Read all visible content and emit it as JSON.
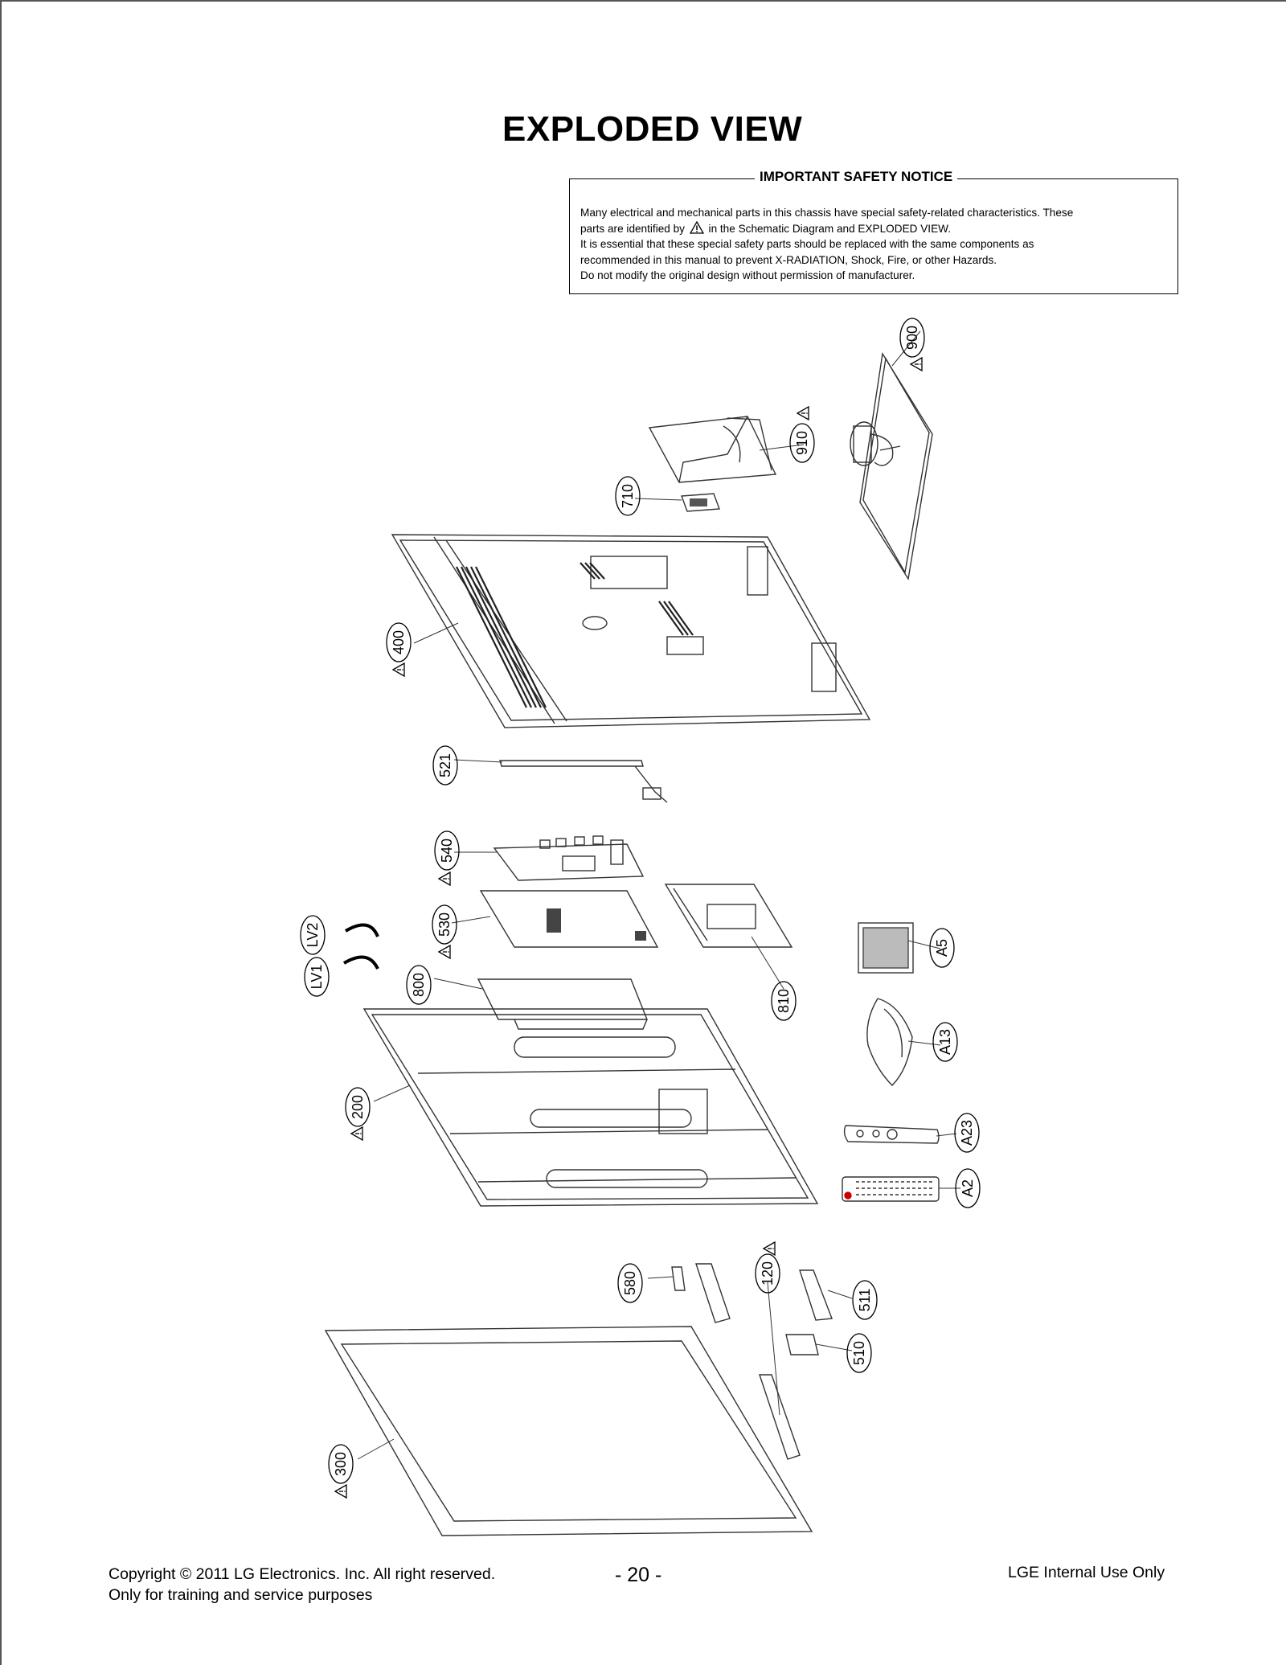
{
  "title": "EXPLODED VIEW",
  "notice": {
    "heading": "IMPORTANT SAFETY NOTICE",
    "line1": "Many electrical and mechanical parts in this chassis have special safety-related characteristics. These",
    "line2a": "parts are identified by",
    "line2b": "in the Schematic Diagram and EXPLODED VIEW.",
    "line3": "It is essential that these special safety parts should be replaced with the same components as",
    "line4": "recommended in this manual to prevent X-RADIATION, Shock, Fire, or other Hazards.",
    "line5": "Do not modify the original design without permission of manufacturer."
  },
  "callouts": {
    "c900": "900",
    "c910": "910",
    "c710": "710",
    "c400": "400",
    "c521": "521",
    "c540": "540",
    "c530": "530",
    "cLV2": "LV2",
    "cLV1": "LV1",
    "c800": "800",
    "c810": "810",
    "cA5": "A5",
    "cA13": "A13",
    "c200": "200",
    "cA23": "A23",
    "cA2": "A2",
    "c580": "580",
    "c120": "120",
    "c511": "511",
    "c510": "510",
    "c300": "300"
  },
  "footer": {
    "copyright": "Copyright © 2011 LG Electronics. Inc. All right reserved.",
    "training": "Only for training and service purposes",
    "page_number": "- 20 -",
    "internal": "LGE Internal Use Only"
  }
}
